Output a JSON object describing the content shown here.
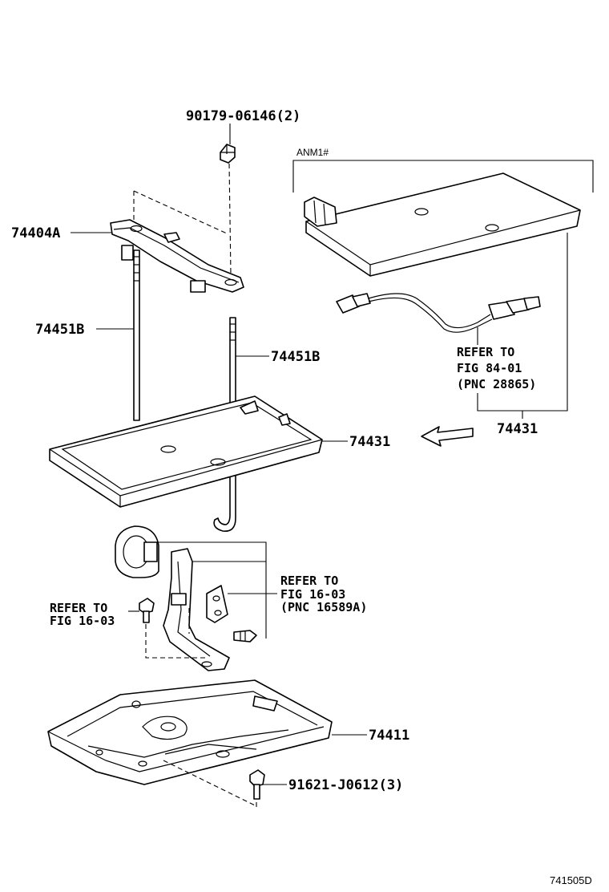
{
  "labels": {
    "bolt_top": "90179-06146(2)",
    "clamp": "74404A",
    "rod_left": "74451B",
    "rod_right": "74451B",
    "tray_mid": "74431",
    "tray_right": "74431",
    "anm_note": "ANM1#",
    "refer_84": {
      "l1": "REFER TO",
      "l2": "FIG 84-01",
      "l3": "(PNC 28865)"
    },
    "refer_16_right": {
      "l1": "REFER TO",
      "l2": "FIG 16-03",
      "l3": "(PNC 16589A)"
    },
    "refer_16_left": {
      "l1": "REFER TO",
      "l2": "FIG 16-03"
    },
    "carrier": "74411",
    "bolt_bottom": "91621-J0612(3)",
    "figure_id": "741505D"
  }
}
